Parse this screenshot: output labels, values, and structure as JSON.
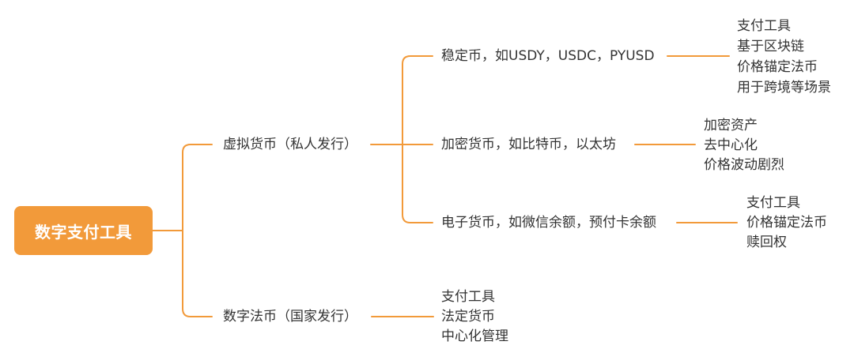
{
  "root": {
    "label": "数字支付工具"
  },
  "branches": [
    {
      "label": "虚拟货币（私人发行）",
      "children": [
        {
          "label": "稳定币，如USDY，USDC，PYUSD",
          "features": [
            "支付工具",
            "基于区块链",
            "价格锚定法币",
            "用于跨境等场景"
          ]
        },
        {
          "label": "加密货币，如比特币，以太坊",
          "features": [
            "加密资产",
            "去中心化",
            "价格波动剧烈"
          ]
        },
        {
          "label": "电子货币，如微信余额，预付卡余额",
          "features": [
            "支付工具",
            "价格锚定法币",
            "赎回权"
          ]
        }
      ]
    },
    {
      "label": "数字法币（国家发行）",
      "features": [
        "支付工具",
        "法定货币",
        "中心化管理"
      ]
    }
  ],
  "colors": {
    "accent": "#F29A3A",
    "text": "#333333",
    "root_text": "#FFFFFF"
  }
}
